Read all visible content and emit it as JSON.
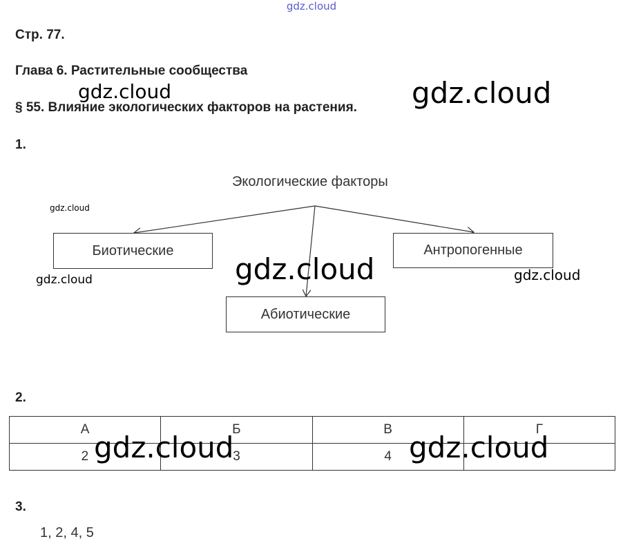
{
  "watermark": "gdz.cloud",
  "page_ref": "Стр. 77.",
  "chapter": "Глава 6. Растительные сообщества",
  "section": "§ 55. Влияние экологических факторов на растения.",
  "q1": {
    "number": "1.",
    "diagram": {
      "root": "Экологические факторы",
      "left": "Биотические",
      "middle": "Абиотические",
      "right": "Антропогенные"
    }
  },
  "q2": {
    "number": "2.",
    "headers": [
      "А",
      "Б",
      "В",
      "Г"
    ],
    "values": [
      "2",
      "3",
      "4",
      ""
    ]
  },
  "q3": {
    "number": "3.",
    "answer": "1, 2, 4, 5"
  }
}
